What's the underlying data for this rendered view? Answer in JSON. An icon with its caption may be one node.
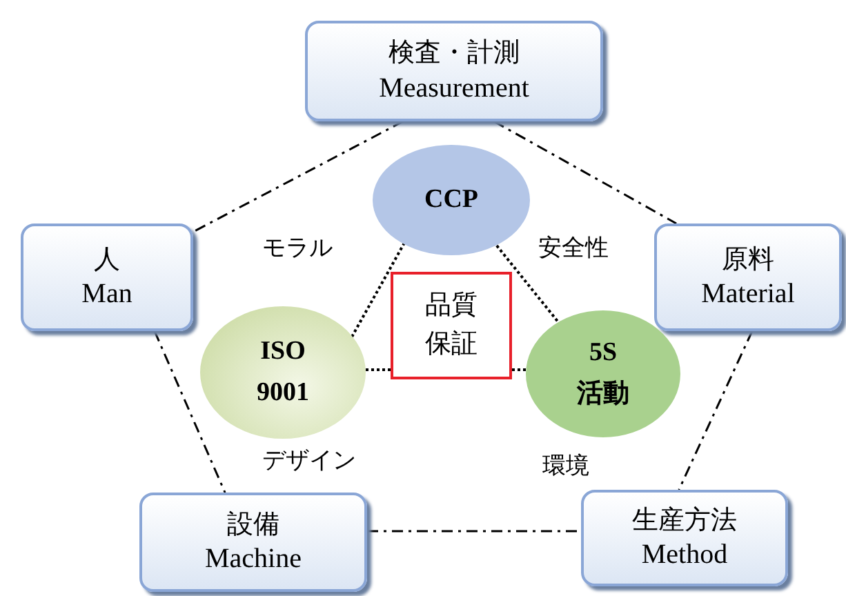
{
  "diagram": {
    "nodes": [
      {
        "text": [
          "検査・計測",
          "Measurement"
        ]
      },
      {
        "text": [
          "人",
          "Man"
        ]
      },
      {
        "text": [
          "原料",
          "Material"
        ]
      },
      {
        "text": [
          "CCP"
        ]
      },
      {
        "text": [
          "品質保証"
        ]
      },
      {
        "text": [
          "ISO 9001"
        ]
      },
      {
        "text": [
          "5S",
          "活動"
        ]
      },
      {
        "text": [
          "設備",
          "Machine"
        ]
      },
      {
        "text": [
          "生産方法",
          "Method"
        ]
      }
    ],
    "edges": [
      {
        "from": 0,
        "to": 1,
        "arrow": "none"
      },
      {
        "from": 0,
        "to": 2,
        "arrow": "none"
      },
      {
        "from": 1,
        "to": 7,
        "arrow": "none"
      },
      {
        "from": 2,
        "to": 8,
        "arrow": "none"
      },
      {
        "from": 7,
        "to": 8,
        "arrow": "none"
      },
      {
        "from": 3,
        "to": 5,
        "arrow": "none",
        "style": "dashed"
      },
      {
        "from": 3,
        "to": 6,
        "arrow": "none",
        "style": "dashed"
      },
      {
        "from": 5,
        "to": 4,
        "arrow": "none",
        "style": "dashed"
      },
      {
        "from": 4,
        "to": 6,
        "arrow": "none",
        "style": "dashed"
      }
    ],
    "labels": [
      "モラル",
      "安全性",
      "デザイン",
      "環境"
    ]
  }
}
